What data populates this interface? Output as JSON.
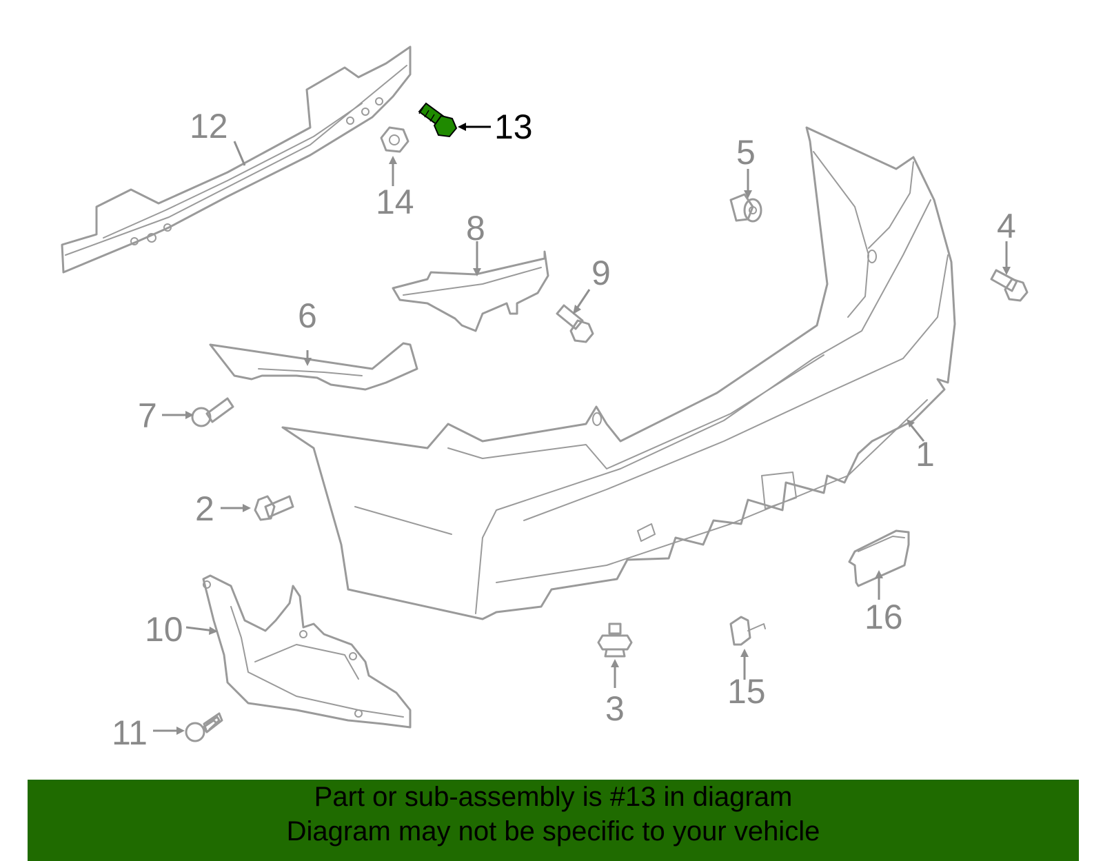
{
  "diagram": {
    "highlight_color": "#1f8a00",
    "line_color": "#9a9a9a",
    "callouts": [
      {
        "id": "1",
        "label": "1"
      },
      {
        "id": "2",
        "label": "2"
      },
      {
        "id": "3",
        "label": "3"
      },
      {
        "id": "4",
        "label": "4"
      },
      {
        "id": "5",
        "label": "5"
      },
      {
        "id": "6",
        "label": "6"
      },
      {
        "id": "7",
        "label": "7"
      },
      {
        "id": "8",
        "label": "8"
      },
      {
        "id": "9",
        "label": "9"
      },
      {
        "id": "10",
        "label": "10"
      },
      {
        "id": "11",
        "label": "11"
      },
      {
        "id": "12",
        "label": "12"
      },
      {
        "id": "13",
        "label": "13",
        "highlighted": true
      },
      {
        "id": "14",
        "label": "14"
      },
      {
        "id": "15",
        "label": "15"
      },
      {
        "id": "16",
        "label": "16"
      }
    ]
  },
  "banner": {
    "background": "#1f6b00",
    "line1": "Part or sub-assembly is #13 in diagram",
    "line2": "Diagram may not be specific to your vehicle"
  }
}
